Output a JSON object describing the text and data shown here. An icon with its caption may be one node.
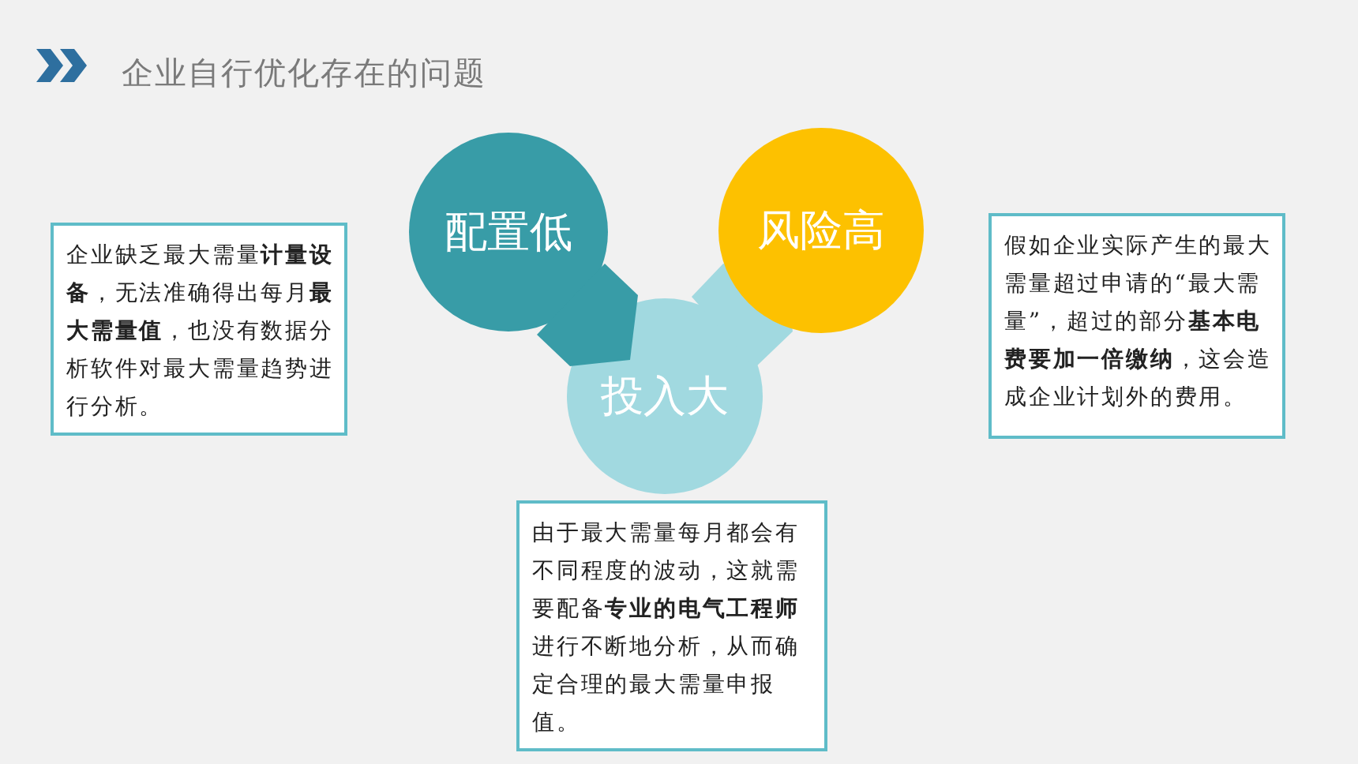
{
  "diagram": {
    "title": "企业自行优化存在的问题",
    "nodes": [
      {
        "text": [
          "配置低"
        ]
      },
      {
        "text": [
          "风险高"
        ]
      },
      {
        "text": [
          "投入大"
        ]
      },
      {
        "text": [
          "企业缺乏最大需量**计量设备**，无法准确得出每月**最大需量值**，也没有数据分析软件对最大需量趋势进行分析。"
        ]
      },
      {
        "text": [
          "假如企业实际产生的最大需量超过申请的“最大需量”，超过的部分**基本电费要加一倍缴纳**，这会造成企业计划外的费用。"
        ]
      },
      {
        "text": [
          "由于最大需量每月都会有不同程度的波动，这就需要配备**专业的电气工程师**进行不断地分析，从而确定合理的最大需量申报值。"
        ]
      }
    ]
  }
}
